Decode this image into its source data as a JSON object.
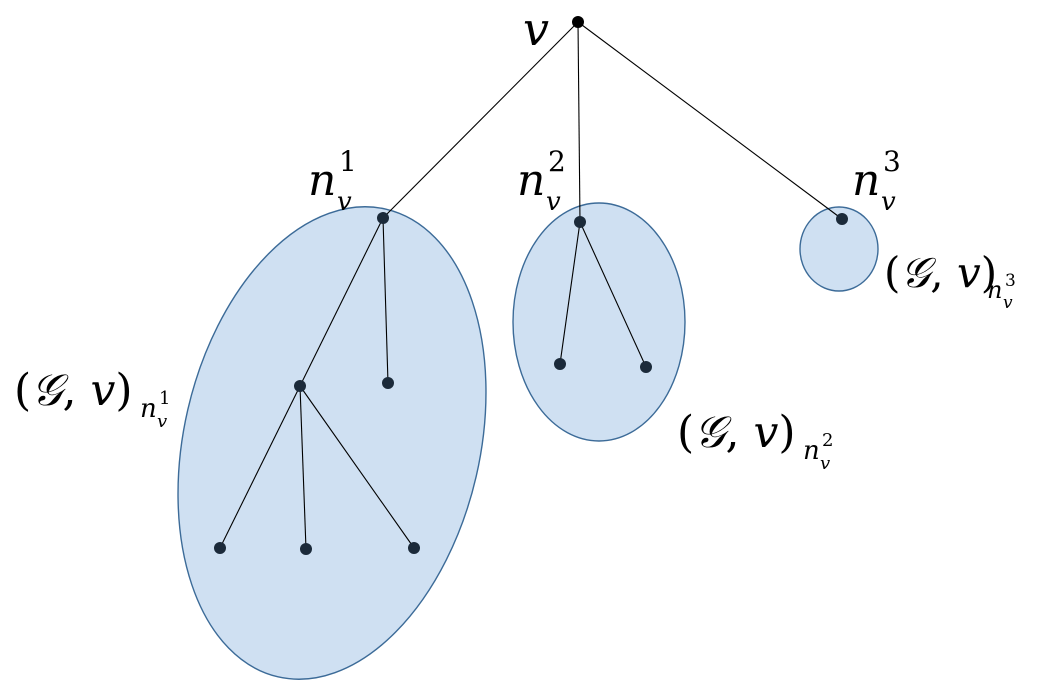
{
  "diagram": {
    "root": {
      "label": "v"
    },
    "children": [
      {
        "n_base": "n",
        "n_sub": "v",
        "n_sup": "1",
        "sub_open": "(",
        "sub_G": "𝒢",
        "sub_comma": ", ",
        "sub_v": "v",
        "sub_close": ")",
        "sub_idx_n": "n",
        "sub_idx_sub": "v",
        "sub_idx_sup": "1"
      },
      {
        "n_base": "n",
        "n_sub": "v",
        "n_sup": "2",
        "sub_open": "(",
        "sub_G": "𝒢",
        "sub_comma": ", ",
        "sub_v": "v",
        "sub_close": ")",
        "sub_idx_n": "n",
        "sub_idx_sub": "v",
        "sub_idx_sup": "2"
      },
      {
        "n_base": "n",
        "n_sub": "v",
        "n_sup": "3",
        "sub_open": "(",
        "sub_G": "𝒢",
        "sub_comma": ", ",
        "sub_v": "v",
        "sub_close": ")",
        "sub_idx_n": "n",
        "sub_idx_sub": "v",
        "sub_idx_sup": "3"
      }
    ]
  },
  "colors": {
    "region_fill": "#cfe0f2",
    "region_stroke": "#3c6b98",
    "node": "#1b2a3a",
    "edge": "#000000"
  }
}
